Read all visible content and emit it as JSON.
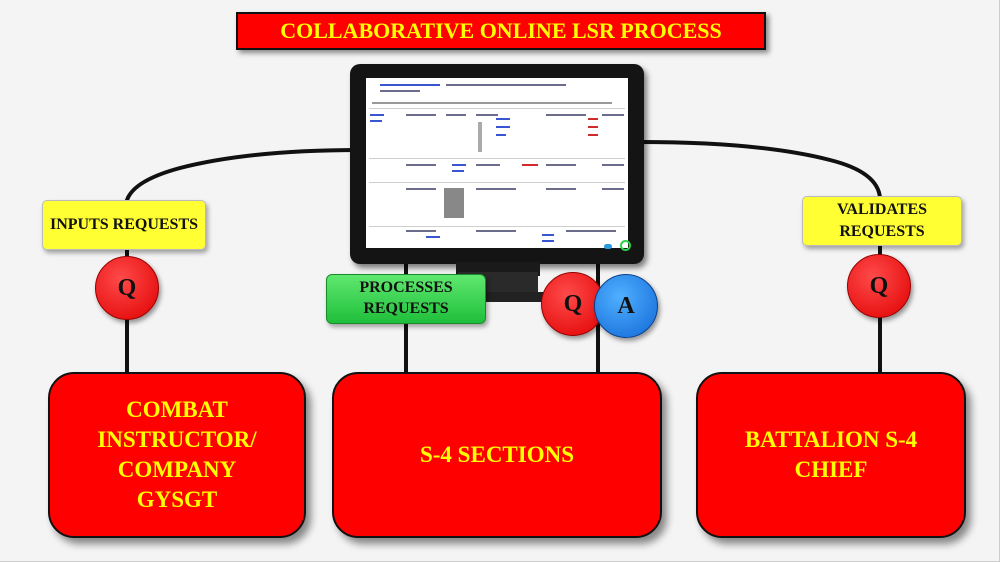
{
  "title": "COLLABORATIVE ONLINE LSR PROCESS",
  "labels": {
    "inputs": "INPUTS REQUESTS",
    "processes": "PROCESSES REQUESTS",
    "validates": "VALIDATES REQUESTS"
  },
  "circles": {
    "left_q": "Q",
    "center_q": "Q",
    "center_a": "A",
    "right_q": "Q"
  },
  "boxes": {
    "left": "COMBAT INSTRUCTOR/ COMPANY GYSGT",
    "center": "S-4 SECTIONS",
    "right": "BATTALION S-4 CHIEF"
  },
  "colors": {
    "red": "#ff0000",
    "yellow_text": "#ffff00",
    "label_yellow": "#ffff33",
    "label_green": "#2fd14a",
    "blue": "#1167d6"
  }
}
